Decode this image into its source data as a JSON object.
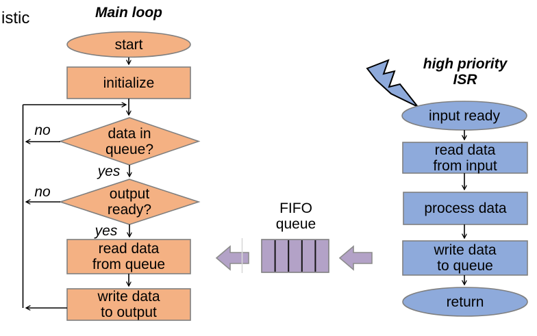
{
  "page": {
    "clipped_heading": "istic"
  },
  "main_loop": {
    "title": "Main loop",
    "nodes": {
      "start": "start",
      "initialize": "initialize",
      "data_in_queue": "data in\nqueue?",
      "output_ready": "output\nready?",
      "read_from_queue": "read data\nfrom queue",
      "write_to_output": "write data\nto output"
    },
    "branch_labels": {
      "no1": "no",
      "no2": "no",
      "yes1": "yes",
      "yes2": "yes"
    }
  },
  "fifo": {
    "label": "FIFO\nqueue",
    "cells": 5
  },
  "isr": {
    "title": "high priority\nISR",
    "nodes": {
      "input_ready": "input ready",
      "read_from_input": "read data\nfrom input",
      "process_data": "process data",
      "write_to_queue": "write data\nto queue",
      "return": "return"
    }
  },
  "colors": {
    "orange": "#F4B183",
    "blue": "#8EAADB",
    "purple": "#B3A2C7",
    "shape_border": "#7f7f7f",
    "connector": "#000000",
    "faint_line": "#d8d8d8"
  }
}
